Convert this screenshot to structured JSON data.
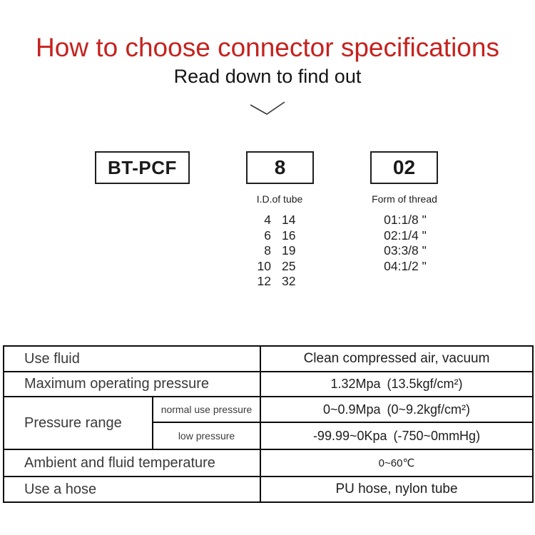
{
  "colors": {
    "accent_red": "#c5221e",
    "row_beige": "#f5ecde",
    "border_black": "#0c0c0c"
  },
  "header": {
    "title": "How to choose connector specifications",
    "subtitle": "Read down to find out",
    "icons": {
      "chevron": "chevron-down"
    }
  },
  "boxes": {
    "model": "BT-PCF",
    "tube_id": "8",
    "thread_code": "02"
  },
  "tube": {
    "header": "I.D.of tube",
    "rows": [
      [
        "4",
        "14"
      ],
      [
        "6",
        "16"
      ],
      [
        "8",
        "19"
      ],
      [
        "10",
        "25"
      ],
      [
        "12",
        "32"
      ]
    ]
  },
  "thread": {
    "header": "Form of thread",
    "options": [
      "01:1/8 \"",
      "02:1/4 \"",
      "03:3/8 \"",
      "04:1/2 \""
    ]
  },
  "spec": {
    "rows": [
      {
        "label": "Use fluid",
        "value": "Clean compressed air, vacuum"
      },
      {
        "label": "Maximum operating pressure",
        "value": "1.32Mpa (13.5kgf/cm²)"
      },
      {
        "label": "Pressure range",
        "sublabel": "normal use pressure",
        "value": "0~0.9Mpa (0~9.2kgf/cm²)"
      },
      {
        "sublabel": "low pressure",
        "value": "-99.99~0Kpa (-750~0mmHg)"
      },
      {
        "label": "Ambient and fluid temperature",
        "value": "0~60℃"
      },
      {
        "label": "Use a hose",
        "value": "PU hose, nylon tube"
      }
    ]
  }
}
